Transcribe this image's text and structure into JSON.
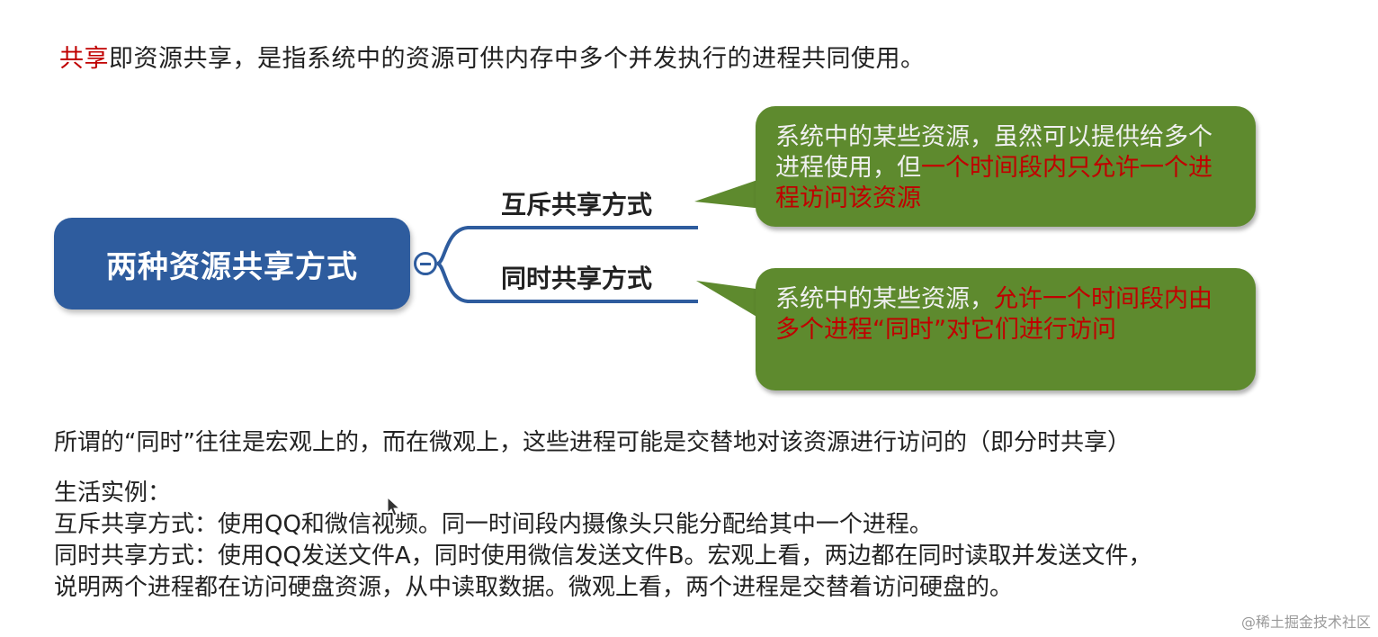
{
  "intro": {
    "highlight": "共享",
    "rest": "即资源共享，是指系统中的资源可供内存中多个并发执行的进程共同使用。"
  },
  "mindmap": {
    "root": "两种资源共享方式",
    "branches": [
      {
        "label": "互斥共享方式",
        "callout_normal": "系统中的某些资源，虽然可以提供给多个进程使用，但",
        "callout_highlight": "一个时间段内只允许一个进程访问该资源"
      },
      {
        "label": "同时共享方式",
        "callout_normal": "系统中的某些资源，",
        "callout_highlight": "允许一个时间段内由多个进程“同时”对它们进行访问"
      }
    ]
  },
  "body": {
    "note": "所谓的“同时”往往是宏观上的，而在微观上，这些进程可能是交替地对该资源进行访问的（即分时共享）",
    "examples_title": "生活实例：",
    "example1": "互斥共享方式：使用QQ和微信视频。同一时间段内摄像头只能分配给其中一个进程。",
    "example2_line1": "同时共享方式：使用QQ发送文件A，同时使用微信发送文件B。宏观上看，两边都在同时读取并发送文件，",
    "example2_line2": "说明两个进程都在访问硬盘资源，从中读取数据。微观上看，两个进程是交替着访问硬盘的。"
  },
  "watermark": "@稀土掘金技术社区",
  "colors": {
    "root_node": "#2e5c9e",
    "callout": "#5e8a2e",
    "highlight": "#c00000"
  },
  "icons": {
    "collapse": "collapse-minus-icon",
    "cursor": "mouse-cursor-icon"
  }
}
